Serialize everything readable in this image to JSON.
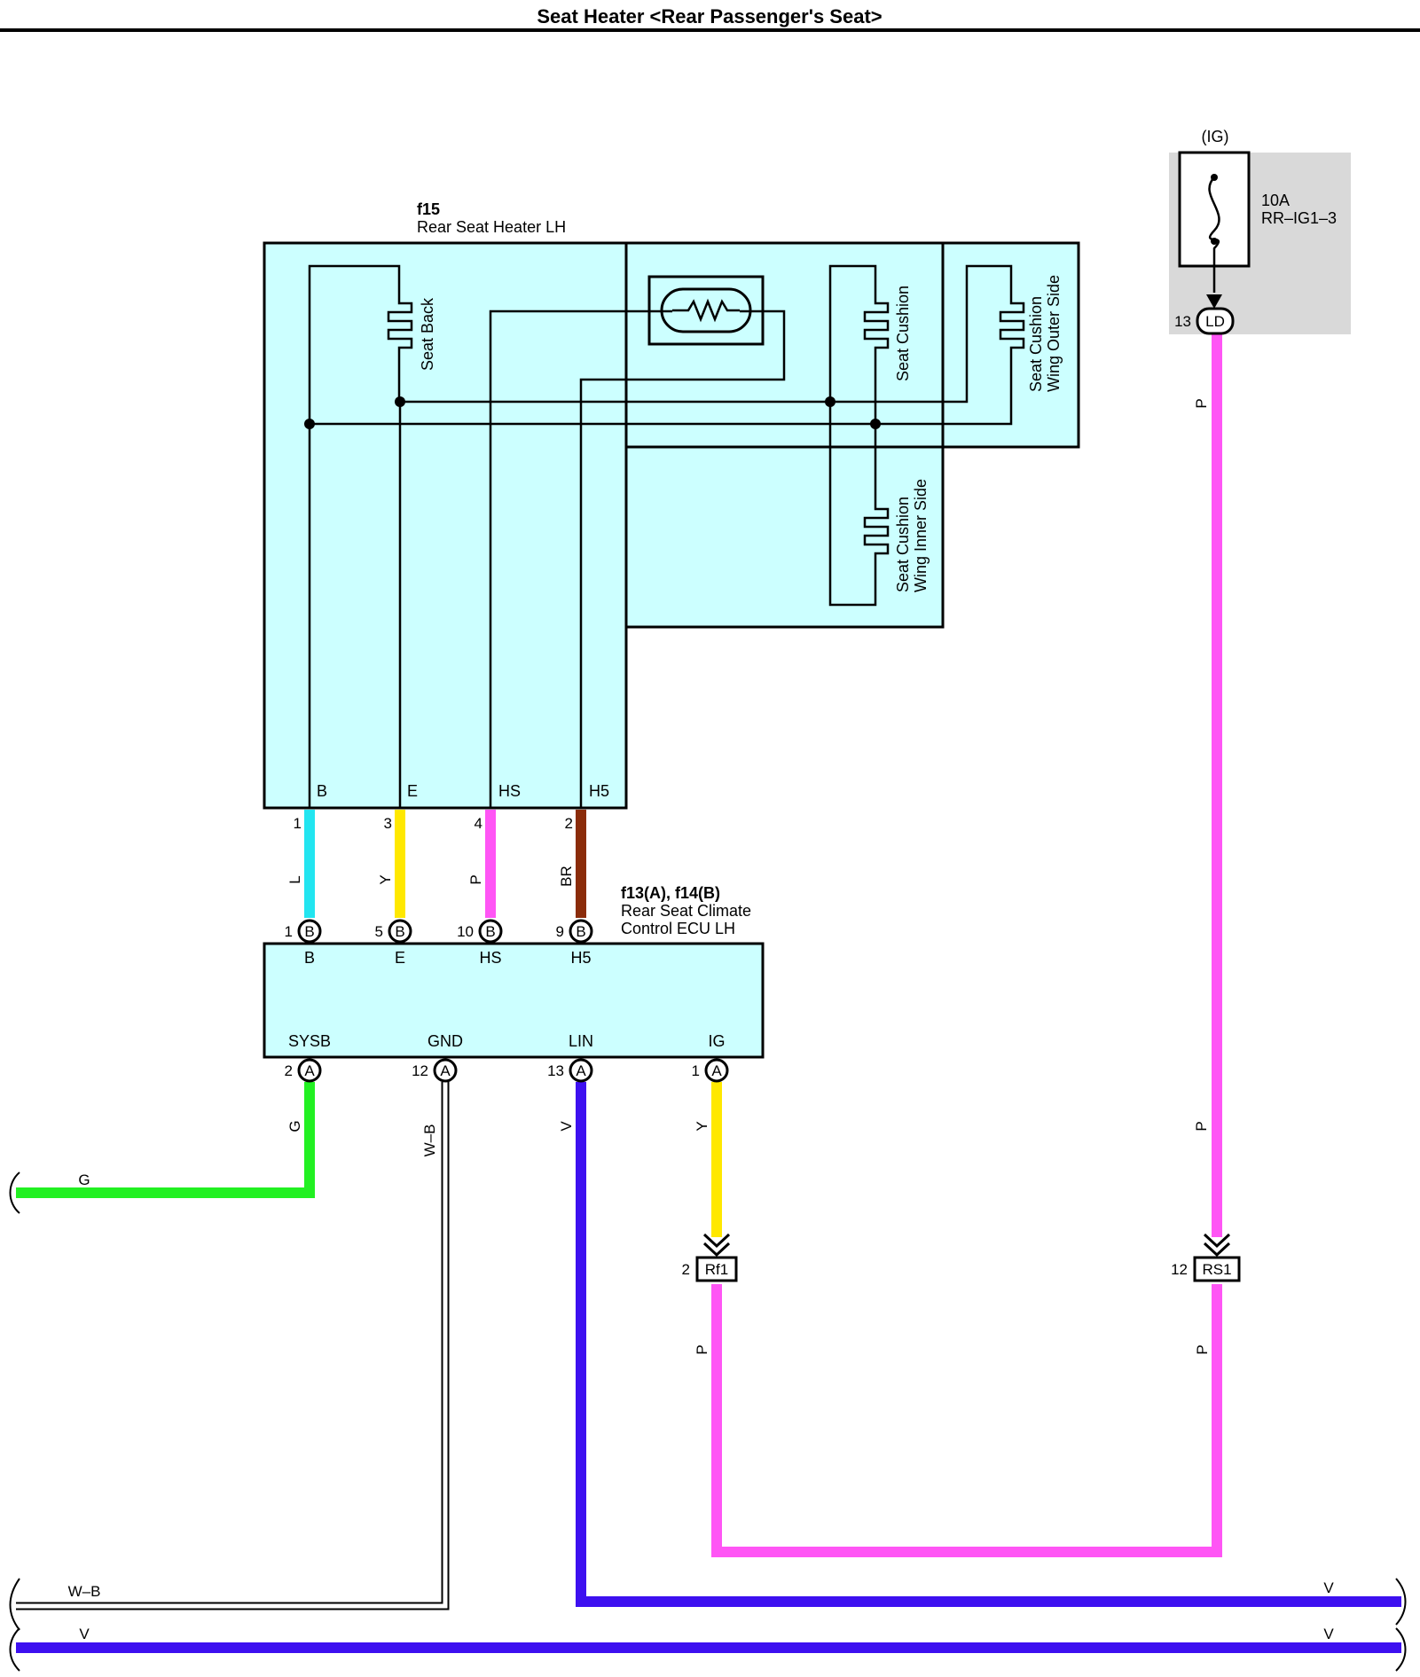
{
  "title": "Seat Heater <Rear Passenger's Seat>",
  "colors": {
    "box_fill": "#ccffff",
    "L": "#22e5f0",
    "Y": "#ffe800",
    "P": "#ff55f5",
    "BR": "#8b2c0a",
    "G": "#22f022",
    "V": "#3d10f0",
    "W-B": "#ffffff",
    "fuse_box_bg": "#d9d9d9"
  },
  "heater": {
    "code": "f15",
    "name": "Rear Seat Heater LH",
    "element_seat_back": "Seat Back",
    "element_seat_cushion": "Seat Cushion",
    "element_outer_line1": "Seat Cushion",
    "element_outer_line2": "Wing Outer Side",
    "element_inner_line1": "Seat Cushion",
    "element_inner_line2": "Wing Inner Side",
    "sensor_icon": "thermistor-icon",
    "pins": [
      {
        "name": "B",
        "number": "1",
        "wire": "L"
      },
      {
        "name": "E",
        "number": "3",
        "wire": "Y"
      },
      {
        "name": "HS",
        "number": "4",
        "wire": "P"
      },
      {
        "name": "H5",
        "number": "2",
        "wire": "BR"
      }
    ]
  },
  "ecu": {
    "code": "f13(A), f14(B)",
    "name_line1": "Rear Seat Climate",
    "name_line2": "Control ECU LH",
    "top_pins": [
      {
        "name": "B",
        "number": "1",
        "connector": "B"
      },
      {
        "name": "E",
        "number": "5",
        "connector": "B"
      },
      {
        "name": "HS",
        "number": "10",
        "connector": "B"
      },
      {
        "name": "H5",
        "number": "9",
        "connector": "B"
      }
    ],
    "bottom_pins": [
      {
        "name": "SYSB",
        "number": "2",
        "connector": "A",
        "wire": "G"
      },
      {
        "name": "GND",
        "number": "12",
        "connector": "A",
        "wire": "W–B"
      },
      {
        "name": "LIN",
        "number": "13",
        "connector": "A",
        "wire": "V"
      },
      {
        "name": "IG",
        "number": "1",
        "connector": "A",
        "wire": "Y"
      }
    ]
  },
  "fuse": {
    "source": "(IG)",
    "rating": "10A",
    "name": "RR–IG1–3",
    "connector_pin": "13",
    "connector": "LD",
    "wire": "P"
  },
  "junctions": [
    {
      "pin": "2",
      "name": "Rf1",
      "wire_out": "P"
    },
    {
      "pin": "12",
      "name": "RS1",
      "wire_out": "P"
    }
  ],
  "offpage": {
    "g_label": "G",
    "wb_label": "W–B",
    "v_label": "V",
    "v_right_1": "V",
    "v_right_2": "V"
  }
}
